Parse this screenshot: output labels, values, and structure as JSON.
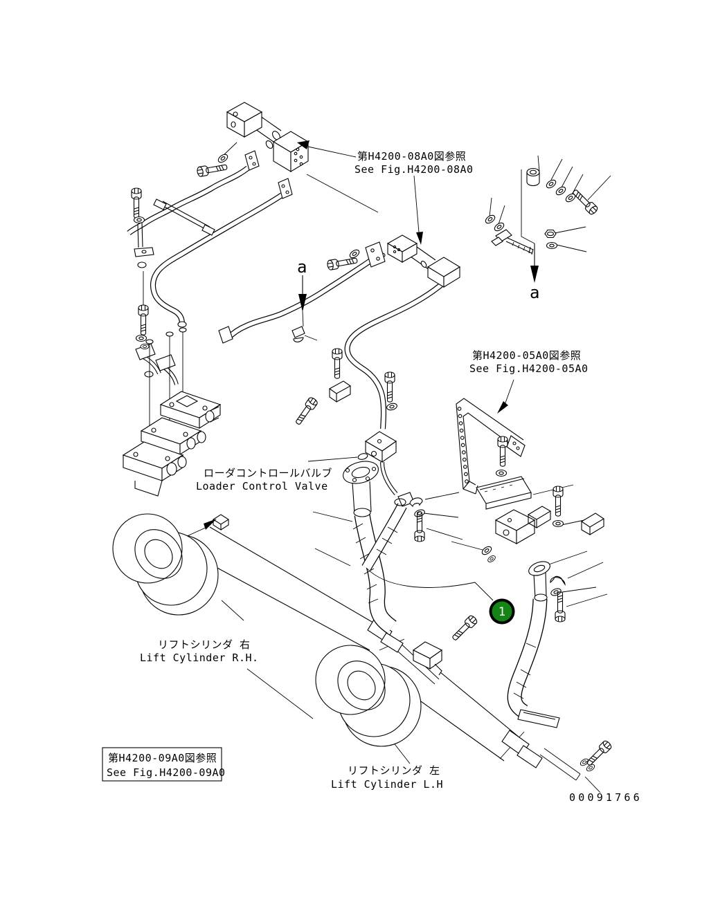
{
  "page": {
    "background": "#ffffff",
    "line_color": "#000000",
    "drawing_number": "00091766"
  },
  "labels": {
    "ref_top": {
      "jp": "第H4200-08A0図参照",
      "en": "See Fig.H4200-08A0"
    },
    "ref_right": {
      "jp": "第H4200-05A0図参照",
      "en": "See Fig.H4200-05A0"
    },
    "ref_bottom_boxed": {
      "jp": "第H4200-09A0図参照",
      "en": "See Fig.H4200-09A0"
    },
    "loader_control_valve": {
      "jp": "ローダコントロールバルブ",
      "en": "Loader Control Valve"
    },
    "lift_cylinder_rh": {
      "jp": "リフトシリンダ  右",
      "en": "Lift Cylinder R.H."
    },
    "lift_cylinder_lh": {
      "jp": "リフトシリンダ  左",
      "en": "Lift Cylinder L.H"
    }
  },
  "markers": {
    "section_a_left": "a",
    "section_a_right": "a"
  },
  "callout": {
    "number": "1",
    "fill": "#148514",
    "ring": "#000000",
    "text_color": "#ffffff"
  }
}
